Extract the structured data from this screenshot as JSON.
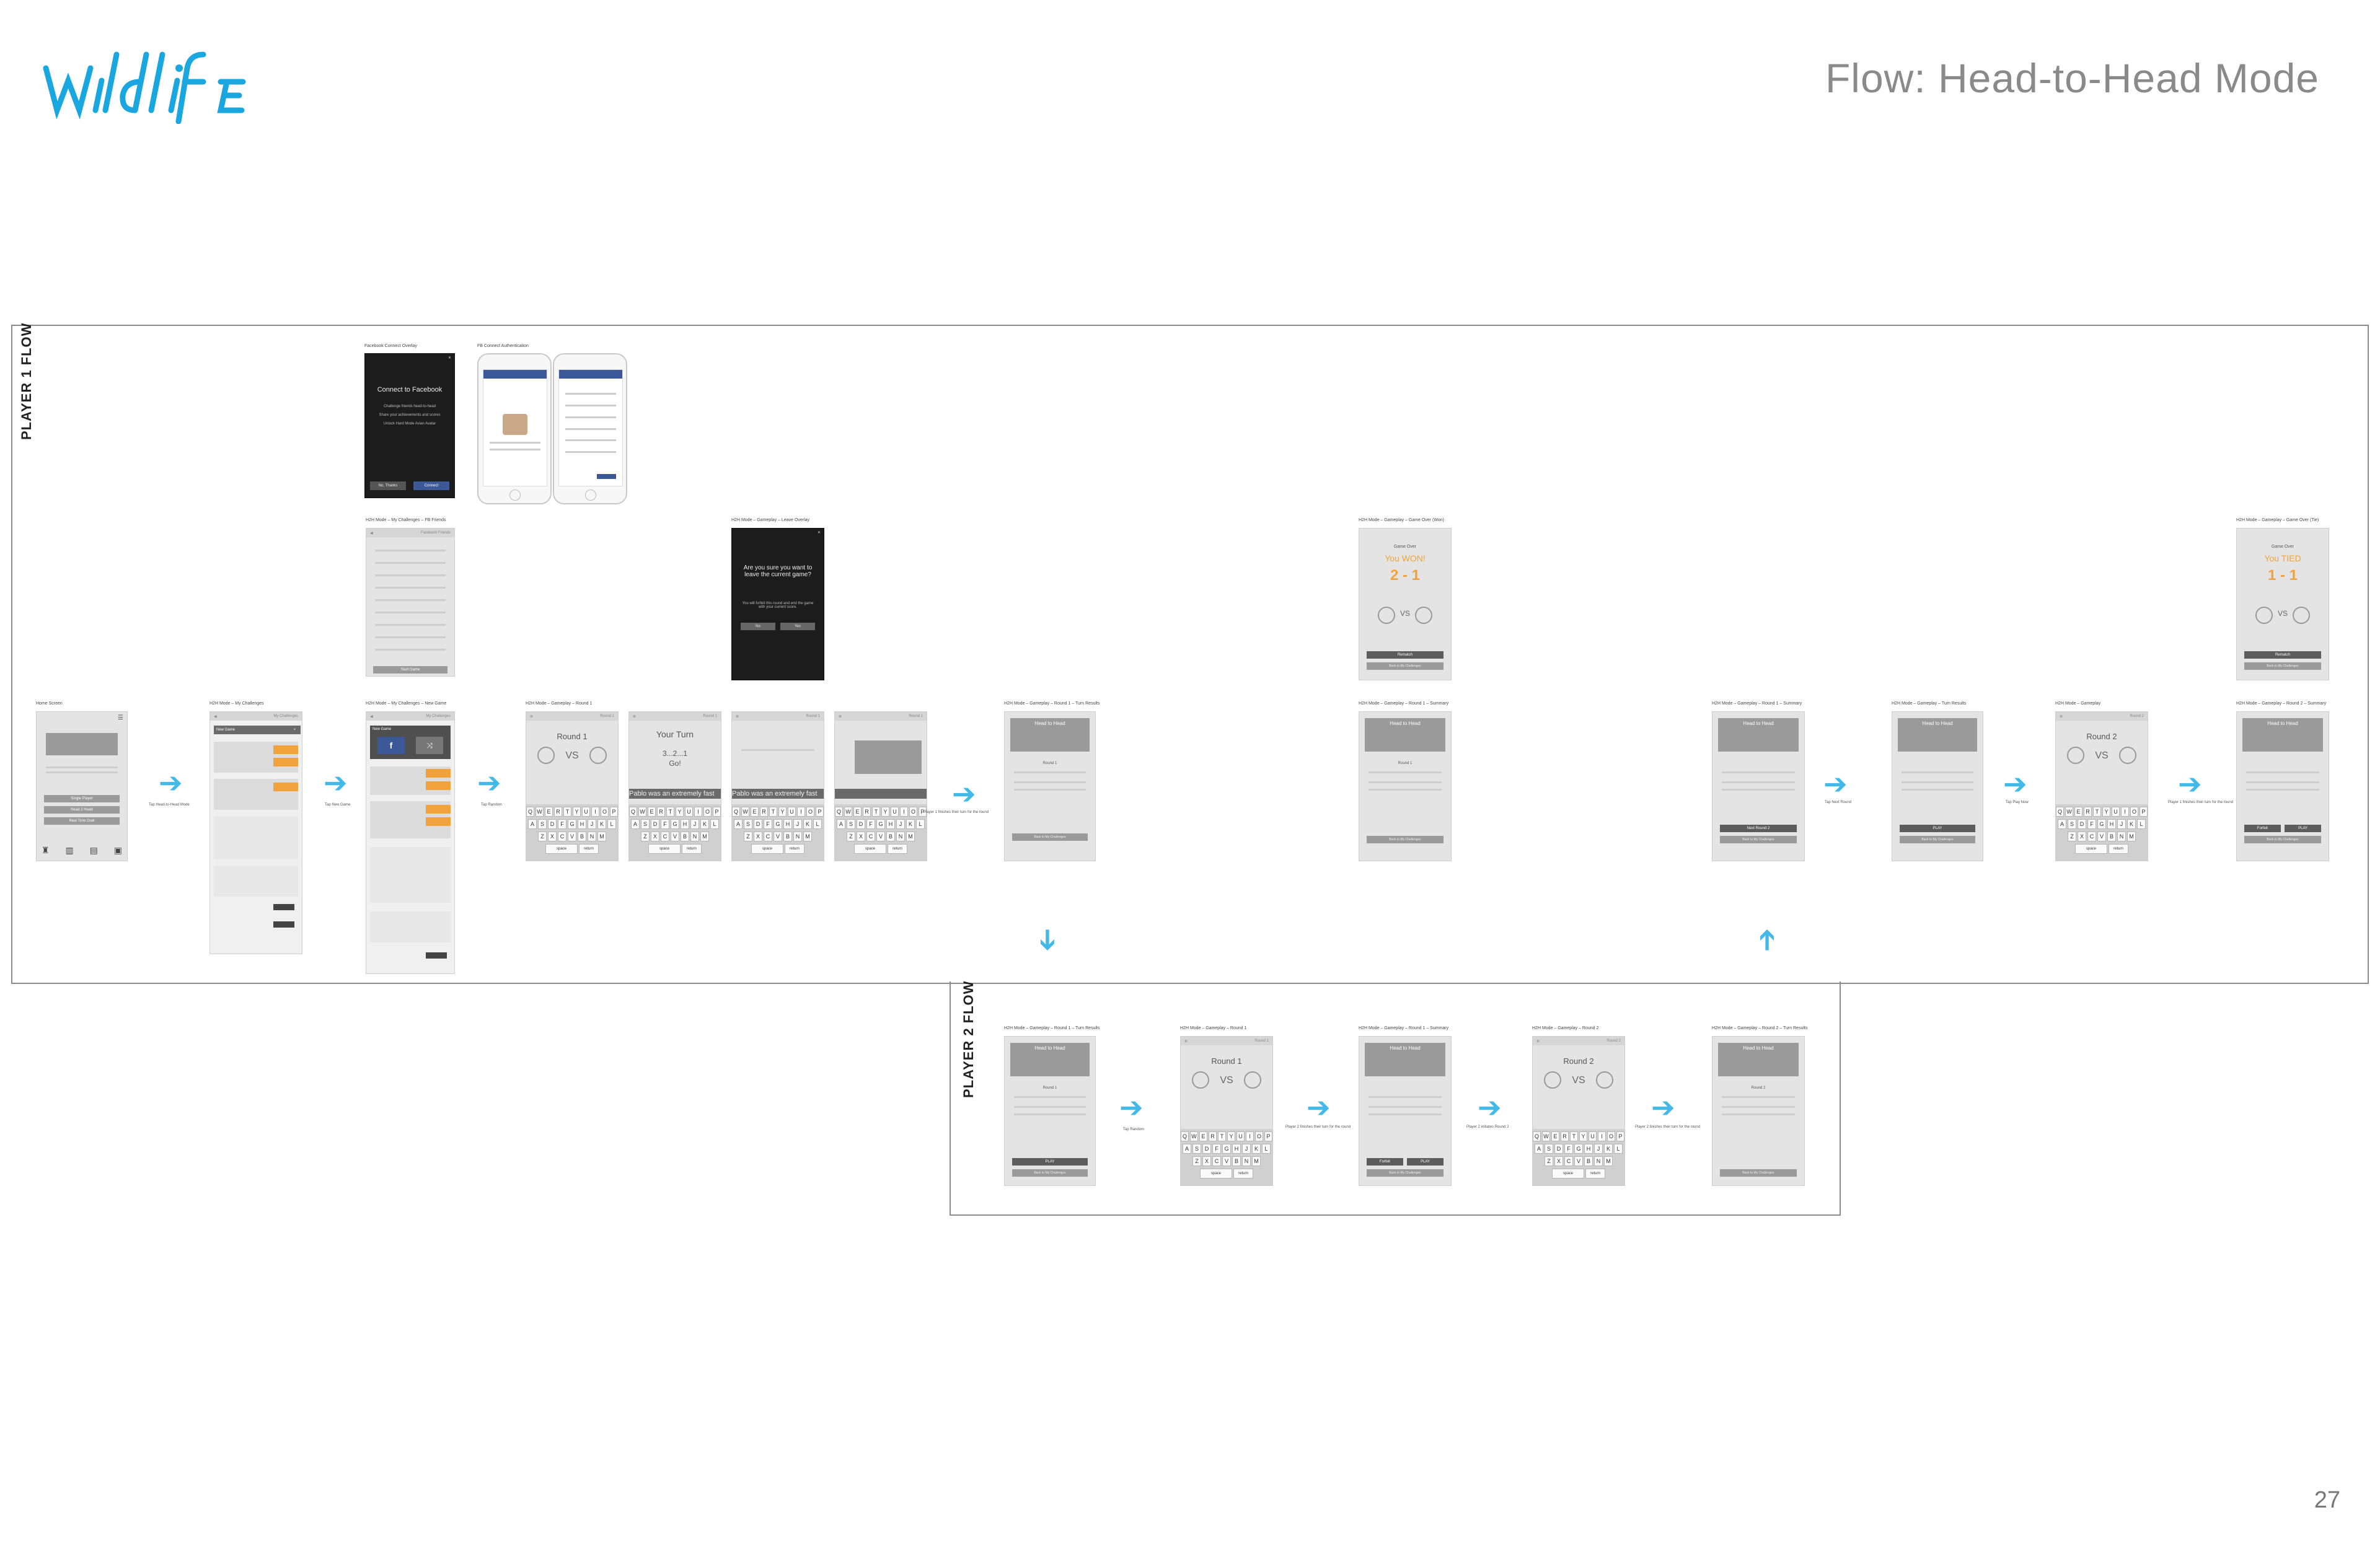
{
  "header": {
    "logo_text": "wildlife",
    "title": "Flow: Head-to-Head Mode",
    "page_number": "27"
  },
  "colors": {
    "brand_blue": "#1aa7e0",
    "arrow_blue": "#43b9e8",
    "accent_orange": "#f1a23a"
  },
  "flows": {
    "player1_label": "PLAYER 1 FLOW",
    "player2_label": "PLAYER 2 FLOW"
  },
  "captions": {
    "fb_overlay": "Facebook Connect Overlay",
    "fb_auth": "FB Connect Authentication",
    "fb_friends": "H2H Mode – My Challenges – FB Friends",
    "leave_overlay": "H2H Mode – Gameplay – Leave Overlay",
    "game_over_won": "H2H Mode – Gameplay – Game Over (Won)",
    "game_over_tie": "H2H Mode – Gameplay – Game Over (Tie)",
    "home": "Home Screen",
    "my_challenges": "H2H Mode – My Challenges",
    "new_game": "H2H Mode – My Challenges – New Game",
    "round1": "H2H Mode – Gameplay – Round 1",
    "r1_turn_results": "H2H Mode – Gameplay – Round 1 – Turn Results",
    "r1_summary": "H2H Mode – Gameplay – Round 1 – Summary",
    "r1_summary_b": "H2H Mode – Gameplay – Round 1 – Summary",
    "turn_results": "H2H Mode – Gameplay – Turn Results",
    "gameplay": "H2H Mode – Gameplay",
    "r2_summary": "H2H Mode – Gameplay – Round 2 – Summary",
    "p2_r1_turn_results": "H2H Mode – Gameplay – Round 1 – Turn Results",
    "p2_round1": "H2H Mode – Gameplay – Round 1",
    "p2_r1_summary": "H2H Mode – Gameplay – Round 1 – Summary",
    "p2_round2": "H2H Mode – Gameplay – Round 2",
    "p2_r2_turn_results": "H2H Mode – Gameplay – Round 2 – Turn Results"
  },
  "arrow_notes": {
    "a1": "Tap Head-to-Head Mode",
    "a2": "Tap New Game",
    "a3": "Tap Random",
    "a4": "Player 1 finishes their turn for the round",
    "a5": "Tap Next Round",
    "a6": "Tap Play Now",
    "a7": "Player 1 finishes their turn for the round",
    "b1": "Tap Random",
    "b2": "Player 2 finishes their turn for the round",
    "b3": "Player 2 initiates Round 2",
    "b4": "Player 2 finishes their turn for the round"
  },
  "screens": {
    "connect_title": "Connect to Facebook",
    "connect_lines": [
      "Challenge friends head-to-head",
      "Share your achievements and scores",
      "Unlock Hard Mode Avian Avatar"
    ],
    "no_thanks": "No, Thanks",
    "connect_btn": "Connect",
    "leave_q": "Are you sure you want to leave the current game?",
    "leave_note": "You will forfeit this round and end the game with your current score.",
    "no": "No",
    "yes": "Yes",
    "game_over": "Game Over",
    "you_won": "You WON!",
    "score_won": "2 - 1",
    "you_tied": "You TIED",
    "score_tie": "1 - 1",
    "rematch": "Rematch",
    "head_to_head": "Head to Head",
    "round1": "Round 1",
    "round2": "Round 2",
    "vs": "VS",
    "your_turn": "Your Turn",
    "countdown": "3...2...1",
    "go": "Go!",
    "phrase": "Pablo was an extremely fast",
    "single_player": "Single Player",
    "head_2_head": "Head 2 Head",
    "real_time_duel": "Real Time Duel",
    "new_game": "New Game",
    "my_challenges": "My Challenges",
    "facebook_friends": "Facebook Friends",
    "start_game": "Start Game",
    "next_round": "Next Round 2",
    "play": "PLAY",
    "forfeit": "Forfeit",
    "back_to_challenges": "Back to My Challenges",
    "keys_row1": [
      "Q",
      "W",
      "E",
      "R",
      "T",
      "Y",
      "U",
      "I",
      "O",
      "P"
    ],
    "keys_row2": [
      "A",
      "S",
      "D",
      "F",
      "G",
      "H",
      "J",
      "K",
      "L"
    ],
    "keys_row3": [
      "Z",
      "X",
      "C",
      "V",
      "B",
      "N",
      "M"
    ],
    "space": "space",
    "return": "return"
  }
}
